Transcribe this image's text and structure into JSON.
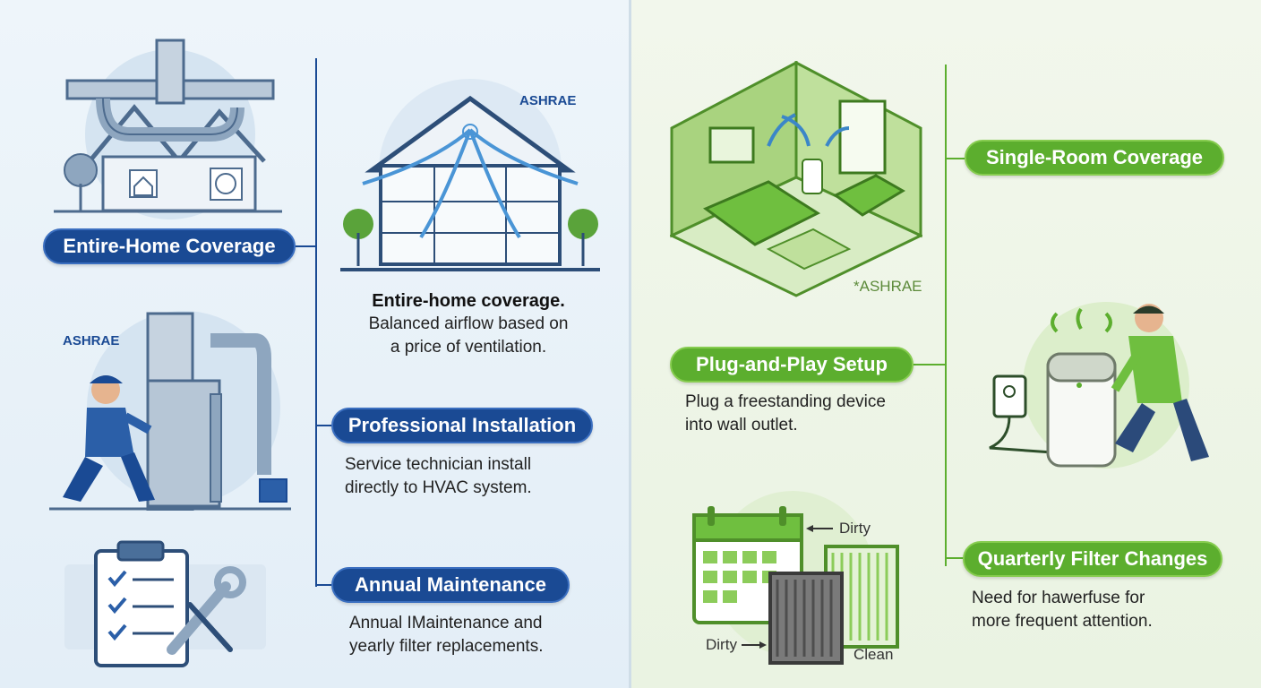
{
  "left": {
    "pills": {
      "entire_home": "Entire-Home Coverage",
      "professional": "Professional Installation",
      "annual": "Annual Maintenance"
    },
    "house_caption": {
      "title": "Entire-home coverage.",
      "line1": "Balanced airflow based on",
      "line2": "a price of ventilation."
    },
    "install_desc": {
      "line1": "Service technician install",
      "line2": "directly to HVAC system."
    },
    "maint_desc": {
      "line1": "Annual IMaintenance and",
      "line2": "yearly filter replacements."
    },
    "badges": {
      "house": "ASHRAE",
      "technician": "ASHRAE"
    }
  },
  "right": {
    "pills": {
      "single_room": "Single-Room Coverage",
      "plug": "Plug-and-Play Setup",
      "quarterly": "Quarterly Filter Changes"
    },
    "room_note": "*ASHRAE",
    "plug_desc": {
      "line1": "Plug a freestanding device",
      "line2": "into wall outlet."
    },
    "quarterly_desc": {
      "line1": "Need for hawerfuse for",
      "line2": "more frequent attention."
    },
    "filter_labels": {
      "dirty_top": "Dirty",
      "dirty_bottom": "Dirty",
      "clean": "Clean"
    }
  },
  "colors": {
    "blue_accent": "#1a4a94",
    "green_accent": "#5cae2e",
    "left_bg": "#eef5fa",
    "right_bg": "#f2f7ec"
  },
  "icons": [
    "ductwork-house",
    "whole-home-airflow-house",
    "hvac-technician",
    "clipboard-wrench",
    "bedroom-purifier",
    "person-plugging-purifier",
    "calendar",
    "air-filter-dirty",
    "air-filter-clean"
  ]
}
